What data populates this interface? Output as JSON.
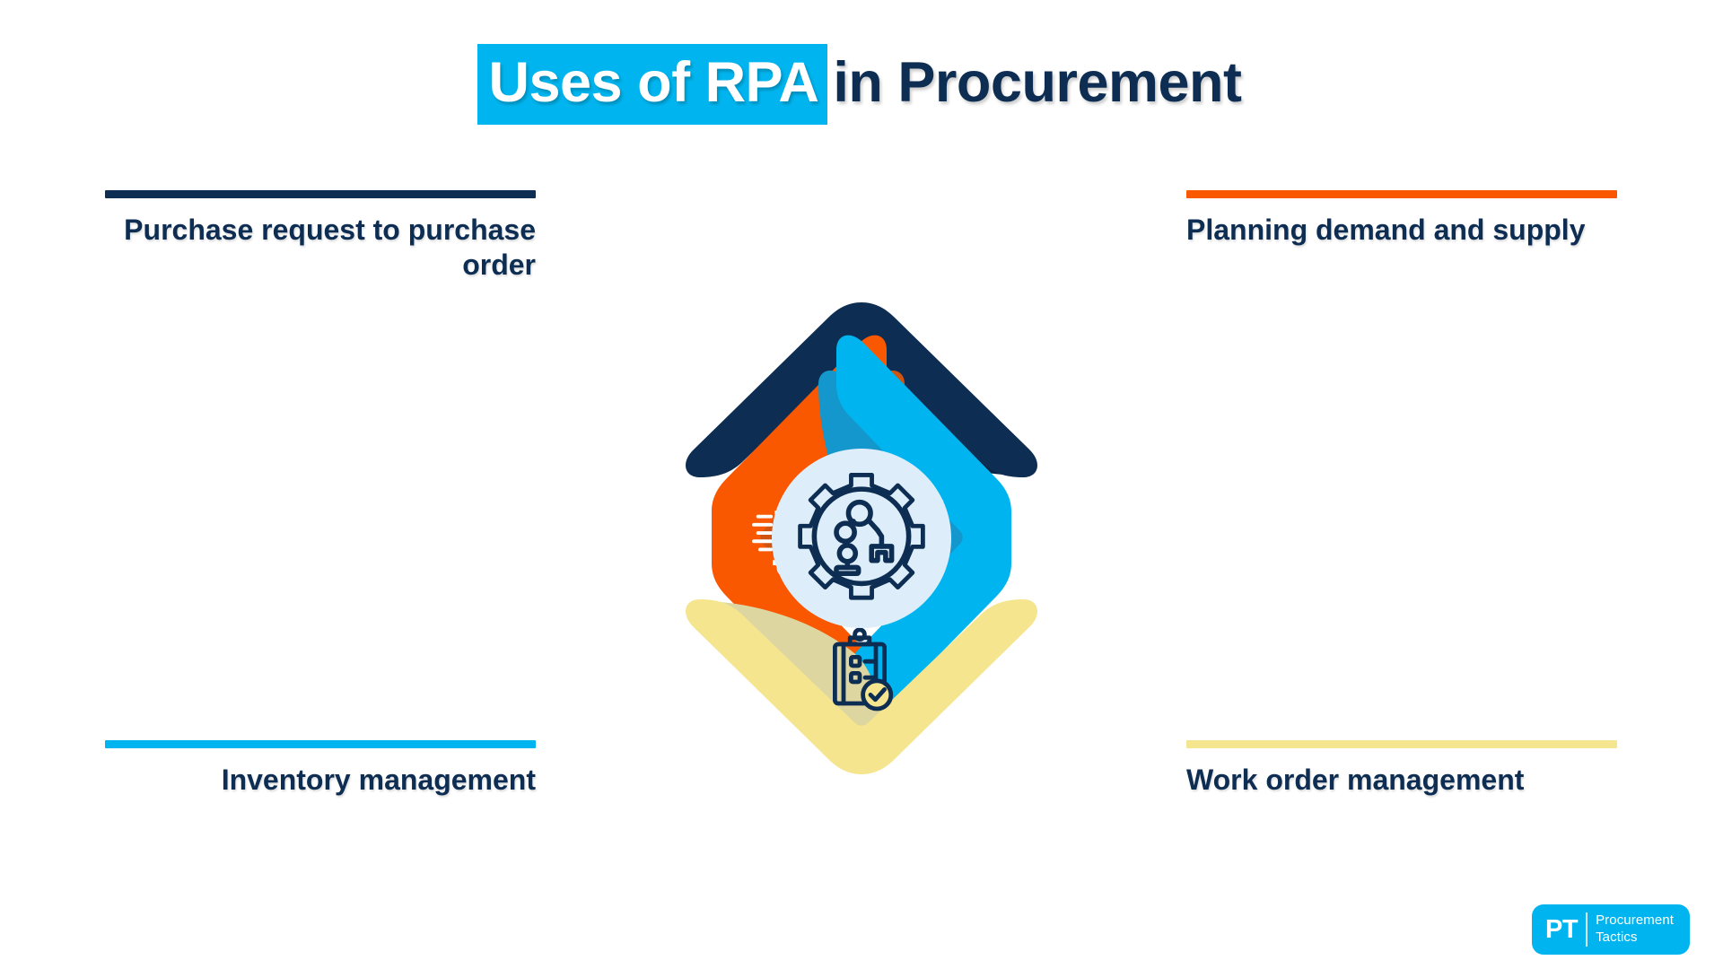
{
  "title": {
    "highlight": "Uses of RPA",
    "rest": "in Procurement"
  },
  "colors": {
    "navy": "#0d2d52",
    "navy_shadow": "#0a2240",
    "orange": "#f95700",
    "orange_shadow": "#cf5412",
    "cyan": "#00b5ef",
    "cyan_shadow": "#1497cc",
    "yellow": "#f5e58f",
    "yellow_shadow": "#ddd6a0",
    "center_circle": "#ddeefa",
    "text_navy": "#0d2d52",
    "white": "#ffffff"
  },
  "labels": [
    {
      "id": "purchase-request-to-purchase-order",
      "text": "Purchase request to purchase order",
      "rule_color": "#0d2d52",
      "position": "top-left"
    },
    {
      "id": "planning-demand-and-supply",
      "text": "Planning demand and supply",
      "rule_color": "#f95700",
      "position": "top-right"
    },
    {
      "id": "inventory-management",
      "text": "Inventory management",
      "rule_color": "#00b5ef",
      "position": "bottom-left"
    },
    {
      "id": "work-order-management",
      "text": "Work order management",
      "rule_color": "#f5e58f",
      "position": "bottom-right"
    }
  ],
  "arrows": [
    {
      "id": "arrow-up",
      "direction": "up",
      "icon": "shopping-basket-check-icon",
      "color": "#0d2d52",
      "shadow_color": "#0a2240",
      "icon_color": "#ffffff",
      "label_ref": "purchase-request-to-purchase-order"
    },
    {
      "id": "arrow-right",
      "direction": "right",
      "icon": "delivery-truck-icon",
      "color": "#f95700",
      "shadow_color": "#cf5412",
      "icon_color": "#ffffff",
      "label_ref": "planning-demand-and-supply"
    },
    {
      "id": "arrow-left",
      "direction": "left",
      "icon": "stacked-boxes-icon",
      "color": "#00b5ef",
      "shadow_color": "#1497cc",
      "icon_color": "#ffffff",
      "label_ref": "inventory-management"
    },
    {
      "id": "arrow-down",
      "direction": "down",
      "icon": "clipboard-check-icon",
      "color": "#f5e58f",
      "shadow_color": "#ddd6a0",
      "icon_color": "#0d2d52",
      "label_ref": "work-order-management"
    }
  ],
  "center": {
    "icon": "gear-robot-arm-icon",
    "circle_color": "#ddeefa",
    "icon_color": "#0d2d52"
  },
  "logo": {
    "mark": "PT",
    "line1": "Procurement",
    "line2": "Tactics"
  }
}
